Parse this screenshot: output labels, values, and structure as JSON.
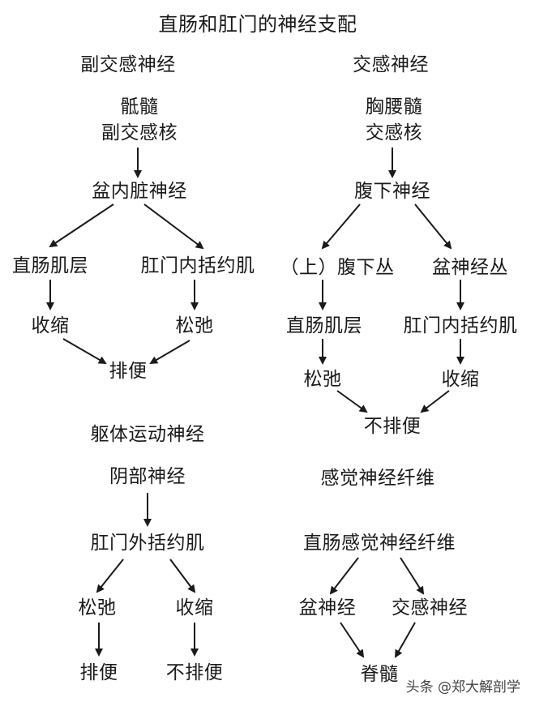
{
  "title": "直肠和肛门的神经支配",
  "parasympathetic": {
    "heading": "副交感神经",
    "source_line1": "骶髓",
    "source_line2": "副交感核",
    "nerve": "盆内脏神经",
    "left_target": "直肠肌层",
    "right_target": "肛门内括约肌",
    "left_effect": "收缩",
    "right_effect": "松弛",
    "result": "排便"
  },
  "sympathetic": {
    "heading": "交感神经",
    "source_line1": "胸腰髓",
    "source_line2": "交感核",
    "nerve": "腹下神经",
    "left_plexus": "（上）腹下丛",
    "right_plexus": "盆神经丛",
    "left_target": "直肠肌层",
    "right_target": "肛门内括约肌",
    "left_effect": "松弛",
    "right_effect": "收缩",
    "result": "不排便"
  },
  "somatic": {
    "heading": "躯体运动神经",
    "nerve": "阴部神经",
    "target": "肛门外括约肌",
    "left_effect": "松弛",
    "right_effect": "收缩",
    "left_result": "排便",
    "right_result": "不排便"
  },
  "sensory": {
    "heading": "感觉神经纤维",
    "fiber": "直肠感觉神经纤维",
    "left_nerve": "盆神经",
    "right_nerve": "交感神经",
    "center": "脊髓"
  },
  "watermark": "头条 @郑大解剖学"
}
